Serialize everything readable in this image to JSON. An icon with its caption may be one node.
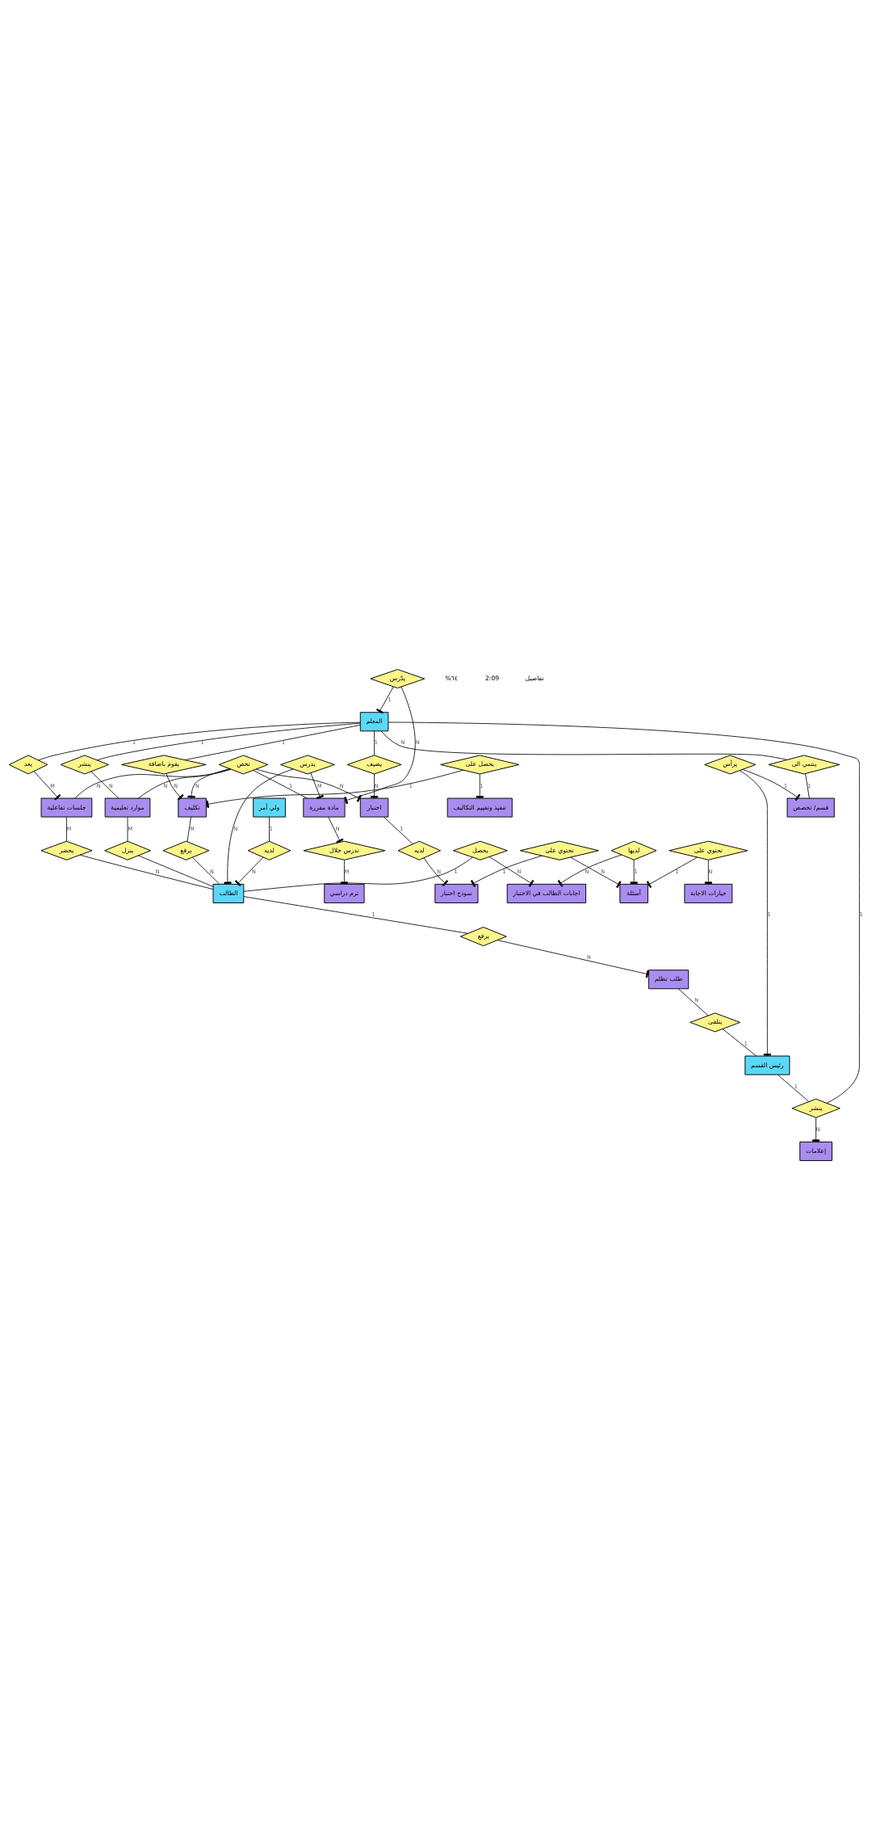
{
  "diagram": {
    "nodes": [
      {
        "text": [
          "المعلم"
        ]
      },
      {
        "text": [
          "ولي أمر"
        ]
      },
      {
        "text": [
          "يقوم باضافة"
        ]
      },
      {
        "text": [
          "يضيف"
        ]
      },
      {
        "text": [
          "يعد"
        ]
      },
      {
        "text": [
          "ينتمي الى"
        ]
      },
      {
        "text": [
          "ينشر"
        ]
      },
      {
        "text": [
          "تكليف"
        ]
      },
      {
        "text": [
          "اختبار"
        ]
      },
      {
        "text": [
          "جلسات تفاعلية"
        ]
      },
      {
        "text": [
          "يحضر"
        ]
      },
      {
        "text": [
          "لديه"
        ]
      },
      {
        "text": [
          "يدّرس"
        ]
      },
      {
        "text": [
          "قسم/ تخصص"
        ]
      },
      {
        "text": [
          "ينشر"
        ]
      },
      {
        "text": [
          "موارد تعليمية"
        ]
      },
      {
        "text": [
          "خيارات الاجابة"
        ]
      },
      {
        "text": [
          "لديه"
        ]
      },
      {
        "text": [
          "يحصل على"
        ]
      },
      {
        "text": [
          "الطالب"
        ]
      },
      {
        "text": [
          "إعلامات"
        ]
      },
      {
        "text": [
          "يرأس"
        ]
      },
      {
        "text": [
          "تحتوي على"
        ]
      },
      {
        "text": [
          "تنفيذ وتقييم التكاليف"
        ]
      },
      {
        "text": [
          "يدرس"
        ]
      },
      {
        "text": [
          "اجابات الطالب في الاختبار"
        ]
      },
      {
        "text": [
          "لديها"
        ]
      },
      {
        "text": [
          "أسئلة"
        ]
      },
      {
        "text": [
          "تحتوي على"
        ]
      },
      {
        "text": [
          "نموذج اختبار"
        ]
      },
      {
        "text": [
          "يرفع"
        ]
      },
      {
        "text": [
          "طلب تظلم"
        ]
      },
      {
        "text": [
          "يحصل"
        ]
      },
      {
        "text": [
          "يرفع"
        ]
      },
      {
        "text": [
          "رئيس القسم"
        ]
      },
      {
        "text": [
          "يتلقى"
        ]
      },
      {
        "text": [
          "ينزل"
        ]
      },
      {
        "text": [
          "تخص"
        ]
      },
      {
        "text": [
          "مادة مقررة"
        ]
      },
      {
        "text": [
          "تدرس خلال"
        ]
      },
      {
        "text": [
          "ترم دراسي"
        ]
      }
    ],
    "edges": [
      {
        "from": 0,
        "to": 2,
        "arrow": "none",
        "label": "1"
      },
      {
        "from": 2,
        "to": 7,
        "arrow": "other",
        "label": "N"
      },
      {
        "from": 0,
        "to": 3,
        "arrow": "none",
        "label": "1"
      },
      {
        "from": 3,
        "to": 8,
        "arrow": "other",
        "label": "N"
      },
      {
        "from": 0,
        "to": 4,
        "arrow": "none",
        "label": "1"
      },
      {
        "from": 4,
        "to": 9,
        "arrow": "other",
        "label": "M"
      },
      {
        "from": 9,
        "to": 10,
        "arrow": "none",
        "label": "M"
      },
      {
        "from": 10,
        "to": 19,
        "arrow": "none",
        "label": "N"
      },
      {
        "from": 1,
        "to": 11,
        "arrow": "none",
        "label": "1"
      },
      {
        "from": 11,
        "to": 19,
        "arrow": "other",
        "label": "N"
      },
      {
        "from": 12,
        "to": 0,
        "arrow": "other",
        "label": "1"
      },
      {
        "from": 12,
        "to": 38,
        "arrow": "other",
        "label": "N"
      },
      {
        "from": 0,
        "to": 5,
        "arrow": "none",
        "label": "N"
      },
      {
        "from": 5,
        "to": 13,
        "arrow": "none",
        "label": "1"
      },
      {
        "from": 0,
        "to": 14,
        "arrow": "none",
        "label": "1"
      },
      {
        "from": 14,
        "to": 20,
        "arrow": "other",
        "label": "N"
      },
      {
        "from": 34,
        "to": 14,
        "arrow": "none",
        "label": "1"
      },
      {
        "from": 21,
        "to": 13,
        "arrow": "other",
        "label": "1"
      },
      {
        "from": 21,
        "to": 34,
        "arrow": "other",
        "label": "1"
      },
      {
        "from": 0,
        "to": 6,
        "arrow": "none",
        "label": "1"
      },
      {
        "from": 6,
        "to": 15,
        "arrow": "none",
        "label": "N"
      },
      {
        "from": 37,
        "to": 9,
        "arrow": "none",
        "label": "N"
      },
      {
        "from": 37,
        "to": 8,
        "arrow": "other",
        "label": "N"
      },
      {
        "from": 37,
        "to": 7,
        "arrow": "other",
        "label": "N"
      },
      {
        "from": 37,
        "to": 15,
        "arrow": "none",
        "label": "N"
      },
      {
        "from": 37,
        "to": 38,
        "arrow": "none",
        "label": "1"
      },
      {
        "from": 18,
        "to": 7,
        "arrow": "other",
        "label": "1"
      },
      {
        "from": 18,
        "to": 23,
        "arrow": "other",
        "label": "1"
      },
      {
        "from": 8,
        "to": 17,
        "arrow": "none",
        "label": "1"
      },
      {
        "from": 17,
        "to": 29,
        "arrow": "other",
        "label": "N"
      },
      {
        "from": 22,
        "to": 16,
        "arrow": "other",
        "label": "N"
      },
      {
        "from": 22,
        "to": 27,
        "arrow": "other",
        "label": "1"
      },
      {
        "from": 26,
        "to": 25,
        "arrow": "other",
        "label": "N"
      },
      {
        "from": 26,
        "to": 27,
        "arrow": "other",
        "label": "1"
      },
      {
        "from": 28,
        "to": 27,
        "arrow": "other",
        "label": "N"
      },
      {
        "from": 28,
        "to": 29,
        "arrow": "other",
        "label": "1"
      },
      {
        "from": 32,
        "to": 25,
        "arrow": "other",
        "label": "N"
      },
      {
        "from": 32,
        "to": 19,
        "arrow": "none",
        "label": "1"
      },
      {
        "from": 7,
        "to": 33,
        "arrow": "none",
        "label": "M"
      },
      {
        "from": 33,
        "to": 19,
        "arrow": "none",
        "label": "N"
      },
      {
        "from": 15,
        "to": 36,
        "arrow": "none",
        "label": "M"
      },
      {
        "from": 36,
        "to": 19,
        "arrow": "none"
      },
      {
        "from": 24,
        "to": 19,
        "arrow": "other",
        "label": "N"
      },
      {
        "from": 24,
        "to": 38,
        "arrow": "other",
        "label": "M"
      },
      {
        "from": 19,
        "to": 30,
        "arrow": "none",
        "label": "1"
      },
      {
        "from": 30,
        "to": 31,
        "arrow": "other",
        "label": "N"
      },
      {
        "from": 31,
        "to": 35,
        "arrow": "none",
        "label": "N"
      },
      {
        "from": 35,
        "to": 34,
        "arrow": "none",
        "label": "1"
      },
      {
        "from": 38,
        "to": 39,
        "arrow": "other",
        "label": "N"
      },
      {
        "from": 39,
        "to": 40,
        "arrow": "other",
        "label": "M"
      }
    ],
    "labels": [
      "%٦٤",
      "2:09",
      "تفاصيل"
    ]
  }
}
